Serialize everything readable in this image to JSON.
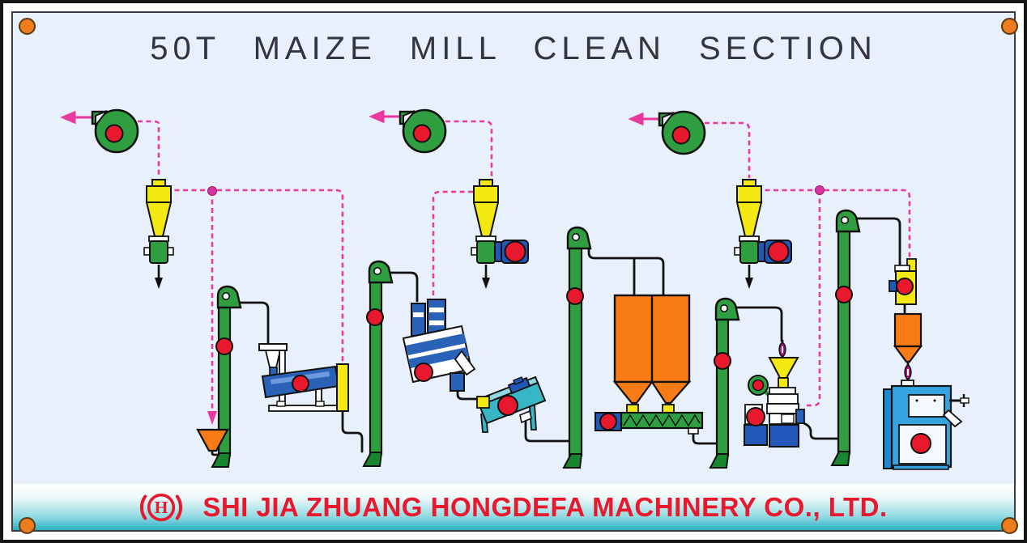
{
  "title": "50T MAIZE MILL CLEAN SECTION",
  "footer": {
    "company": "SHI JIA ZHUANG HONGDEFA MACHINERY CO., LTD.",
    "logo_letter": "H"
  },
  "colors": {
    "background": "#e8f0fb",
    "duct_pink": "#e83a9e",
    "equipment_green": "#2e9e40",
    "boot_green": "#17862e",
    "cyclone_yellow": "#f3e812",
    "bin_orange": "#f97b16",
    "machine_blue": "#2a62b8",
    "machine_cyan": "#38b6c6",
    "machine_skyblue": "#35a3e0",
    "motor_blue": "#2458b8",
    "indicator_red": "#e8192c",
    "valve_magenta": "#c0148c",
    "footer_teal": "#29b0c3",
    "company_red": "#e8182d",
    "screw_orange": "#ec7c1e",
    "title_color": "#34343e"
  },
  "equipment_icons": [
    "exhaust-fan-icon",
    "cyclone-separator-icon",
    "rotary-airlock-icon",
    "airlock-motor-icon",
    "bucket-elevator-icon",
    "vibrating-sieve-icon",
    "air-screen-cleaner-icon",
    "destoner-icon",
    "storage-bin-icon",
    "screw-conveyor-icon",
    "degerminator-icon",
    "aspiration-channel-icon",
    "surge-hopper-icon",
    "inline-valve-icon",
    "dampener-icon",
    "collecting-funnel-icon",
    "air-duct-dashed-line",
    "product-flow-line"
  ]
}
